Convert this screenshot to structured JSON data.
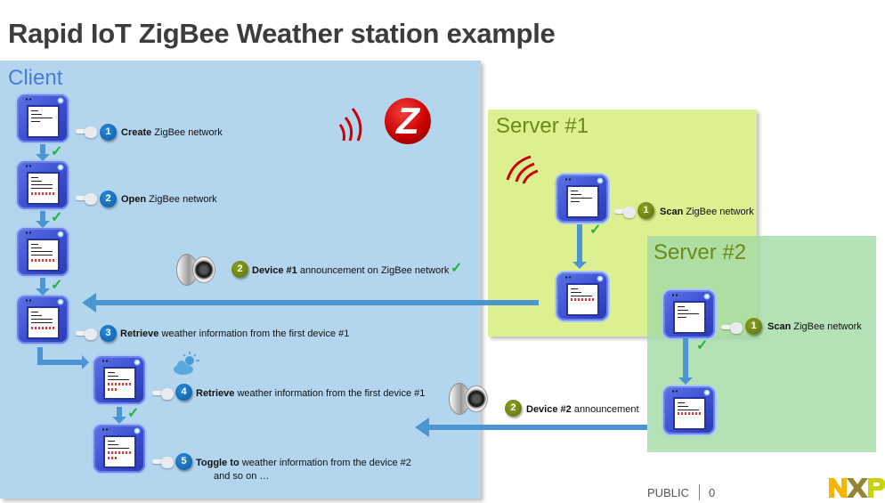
{
  "title": "Rapid IoT ZigBee Weather station example",
  "panels": {
    "client": {
      "label": "Client",
      "color": "#b4d5ee"
    },
    "server1": {
      "label": "Server #1",
      "color": "#dcf091"
    },
    "server2": {
      "label": "Server #2",
      "color": "#b3dfb4"
    }
  },
  "client_steps": [
    {
      "num": "1",
      "bold": "Create",
      "rest": " ZigBee network"
    },
    {
      "num": "2",
      "bold": "Open",
      "rest": " ZigBee network"
    },
    {
      "num": "3",
      "bold": "Retrieve",
      "rest": " weather information from the first device #1"
    },
    {
      "num": "4",
      "bold": "Retrieve",
      "rest": " weather information from the first device #1"
    },
    {
      "num": "5",
      "bold": "Toggle to",
      "rest": " weather information from the device #2",
      "line2": "and so on …"
    }
  ],
  "server1_steps": [
    {
      "num": "1",
      "bold": "Scan",
      "rest": " ZigBee network"
    },
    {
      "num": "2",
      "bold": "Device #1",
      "rest": " announcement on ZigBee network"
    }
  ],
  "server2_steps": [
    {
      "num": "1",
      "bold": "Scan",
      "rest": " ZigBee network"
    },
    {
      "num": "2",
      "bold": "Device #2",
      "rest": " announcement"
    }
  ],
  "icons": {
    "check": "✓",
    "zigbee_logo": "Z"
  },
  "colors": {
    "arrow": "#4b96d2",
    "check": "#1fb53a",
    "badge_client": "#0a5aa6",
    "badge_server": "#5d7210",
    "signal": "#cc0000"
  },
  "footer": {
    "classification": "PUBLIC",
    "page": "0",
    "logo": "NXP"
  }
}
